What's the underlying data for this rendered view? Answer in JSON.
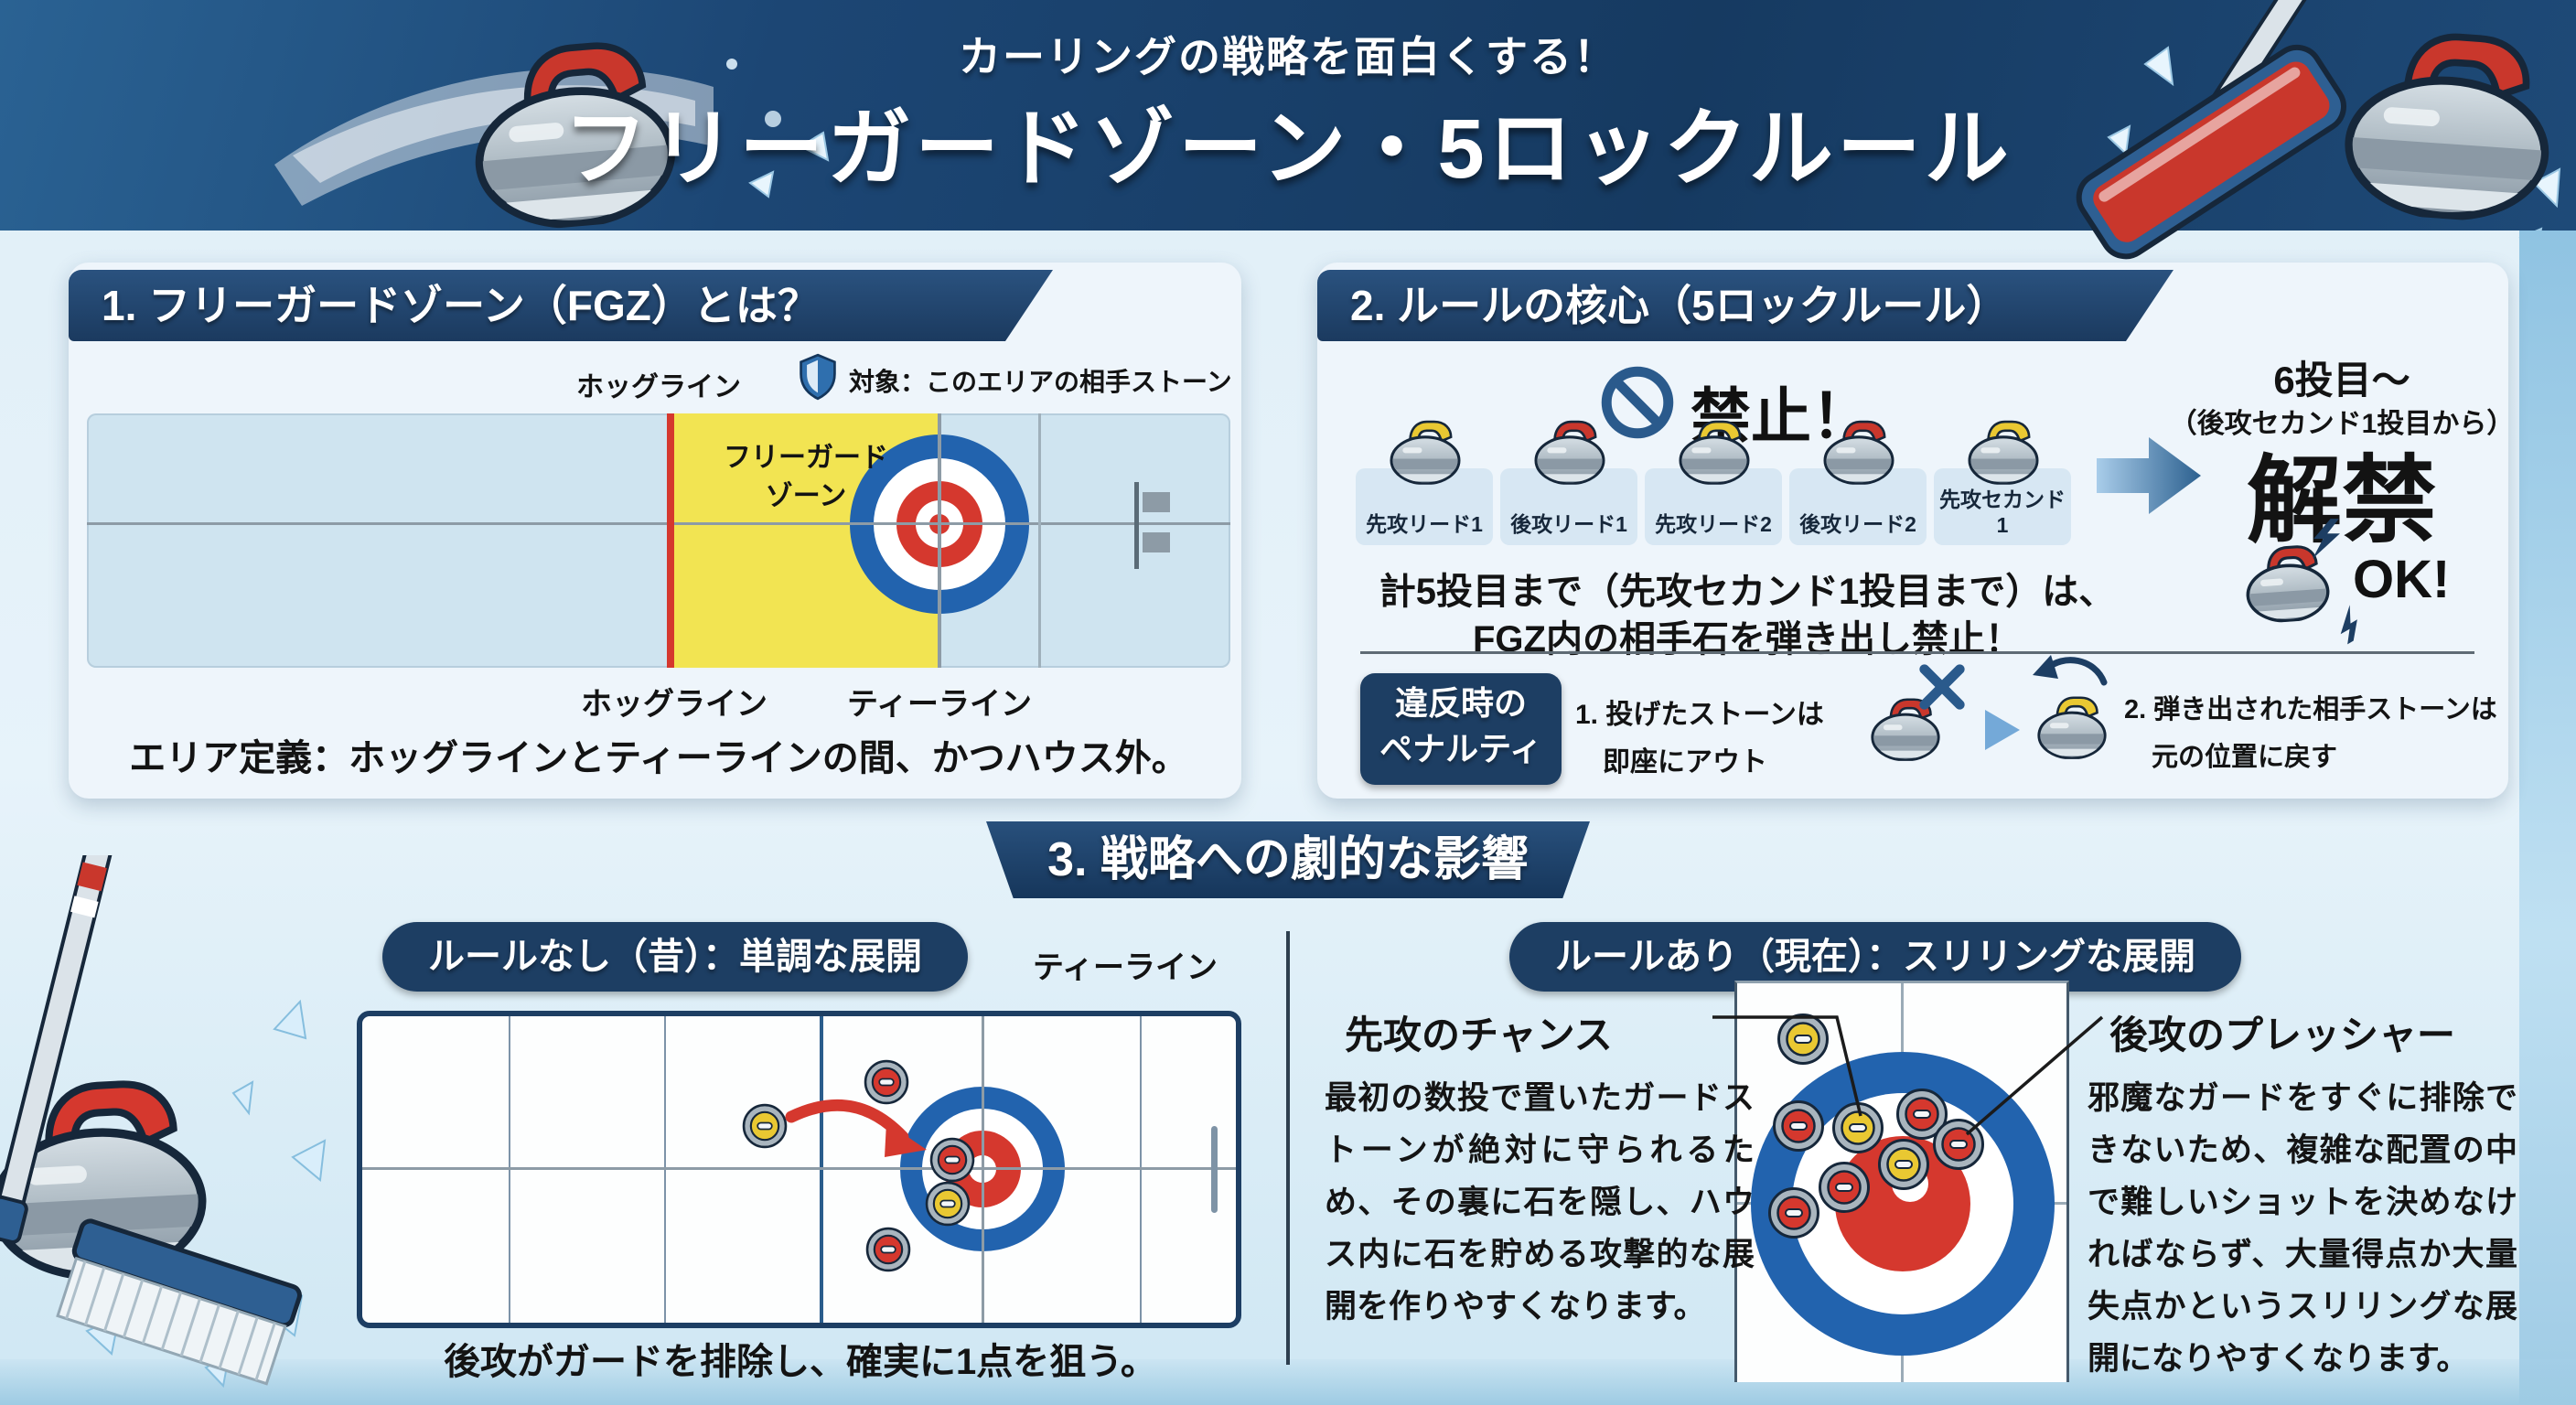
{
  "header": {
    "subtitle": "カーリングの戦略を面白くする！",
    "title": "フリーガードゾーン・5ロックルール"
  },
  "sec1": {
    "heading": "1. フリーガードゾーン（FGZ）とは？",
    "hog_top": "ホッグライン",
    "note": "対象：このエリアの相手ストーン",
    "zone1": "フリーガード",
    "zone2": "ゾーン",
    "hog_bottom": "ホッグライン",
    "tee": "ティーライン",
    "caption": "エリア定義：ホッグラインとティーラインの間、かつハウス外。"
  },
  "sec2": {
    "heading": "2. ルールの核心（5ロックルール）",
    "ban": "禁止！",
    "stones": [
      {
        "label": "先攻リード1",
        "handle": "yellow"
      },
      {
        "label": "後攻リード1",
        "handle": "red"
      },
      {
        "label": "先攻リード2",
        "handle": "yellow"
      },
      {
        "label": "後攻リード2",
        "handle": "red"
      },
      {
        "label": "先攻セカンド1",
        "handle": "yellow"
      }
    ],
    "rule1": "計5投目まで（先攻セカンド1投目まで）は、",
    "rule2": "FGZ内の相手石を弾き出し禁止！",
    "unlock_from": "6投目〜",
    "unlock_note": "（後攻セカンド1投目から）",
    "unlock": "解禁",
    "ok": "OK!",
    "pen_badge1": "違反時の",
    "pen_badge2": "ペナルティ",
    "pen1a": "1. 投げたストーンは",
    "pen1b": "即座にアウト",
    "pen2a": "2. 弾き出された相手ストーンは",
    "pen2b": "元の位置に戻す"
  },
  "sec3": {
    "heading": "3. 戦略への劇的な影響",
    "left_badge": "ルールなし（昔）：単調な展開",
    "left_tee": "ティーライン",
    "left_caption": "後攻がガードを排除し、確実に1点を狙う。",
    "right_badge": "ルールあり（現在）：スリリングな展開",
    "chance_title": "先攻のチャンス",
    "chance_body": "最初の数投で置いたガードストーンが絶対に守られるため、その裏に石を隠し、ハウス内に石を貯める攻撃的な展開を作りやすくなります。",
    "pressure_title": "後攻のプレッシャー",
    "pressure_body": "邪魔なガードをすぐに排除できないため、複雑な配置の中で難しいショットを決めなければならず、大量得点か大量失点かというスリリングな展開になりやすくなります。"
  },
  "colors": {
    "navy": "#1d3e63",
    "line_red": "#d5382e",
    "fgz_yellow": "#f2e452",
    "house_blue": "#2263ae",
    "stone_yellow": "#e9c832",
    "stone_red": "#c9372c",
    "ice_blue": "#cfe4f0"
  }
}
